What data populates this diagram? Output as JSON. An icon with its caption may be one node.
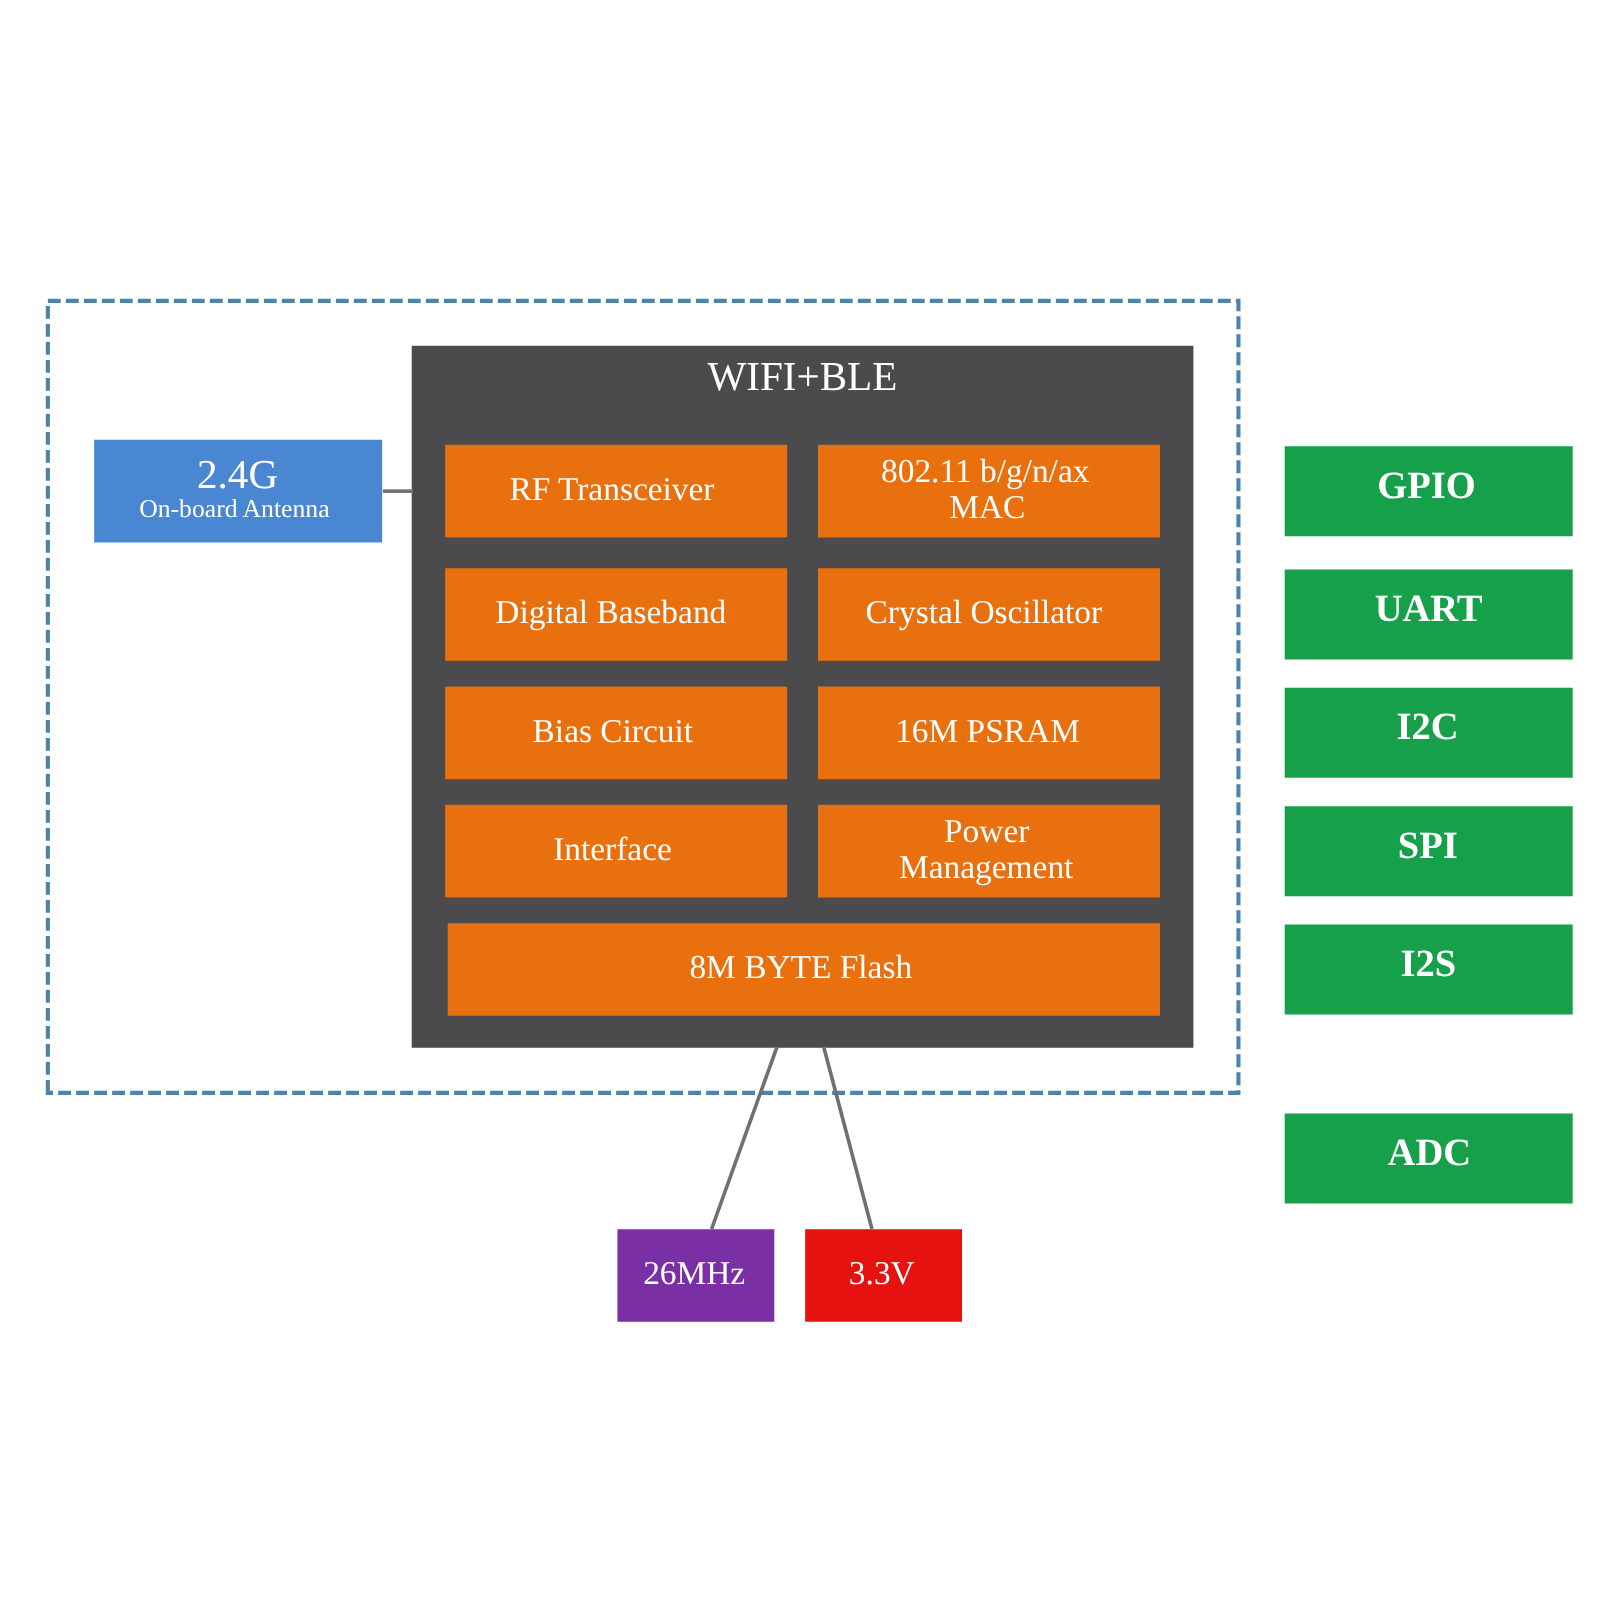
{
  "diagram": {
    "nodes": [
      {
        "text": [],
        "shape": "box"
      },
      {
        "text": [
          "2.4G",
          "On-board Antenna"
        ],
        "in": 0
      },
      {
        "text": [
          "WIFI+BLE"
        ],
        "in": 0
      },
      {
        "text": [
          "RF Transceiver"
        ],
        "in": 2
      },
      {
        "text": [
          "802.11 b/g/n/ax MAC"
        ],
        "in": 2
      },
      {
        "text": [
          "Digital Baseband"
        ],
        "in": 2
      },
      {
        "text": [
          "Crystal Oscillator"
        ],
        "in": 2
      },
      {
        "text": [
          "Bias Circuit"
        ],
        "in": 2
      },
      {
        "text": [
          "16M PSRAM"
        ],
        "in": 2
      },
      {
        "text": [
          "Interface"
        ],
        "in": 2
      },
      {
        "text": [
          "Power Management"
        ],
        "in": 2
      },
      {
        "text": [
          "8M BYTE Flash"
        ],
        "in": 2
      },
      {
        "text": [
          "GPIO"
        ]
      },
      {
        "text": [
          "UART"
        ]
      },
      {
        "text": [
          "I2C"
        ]
      },
      {
        "text": [
          "SPI"
        ]
      },
      {
        "text": [
          "I2S"
        ]
      },
      {
        "text": [
          "ADC"
        ]
      },
      {
        "text": [
          "26MHz"
        ]
      },
      {
        "text": [
          "3.3V"
        ]
      }
    ],
    "edges": [
      {
        "from": 1,
        "to": 2,
        "arrow": "none"
      },
      {
        "from": 2,
        "to": 18,
        "arrow": "none"
      },
      {
        "from": 2,
        "to": 19,
        "arrow": "none"
      }
    ]
  }
}
